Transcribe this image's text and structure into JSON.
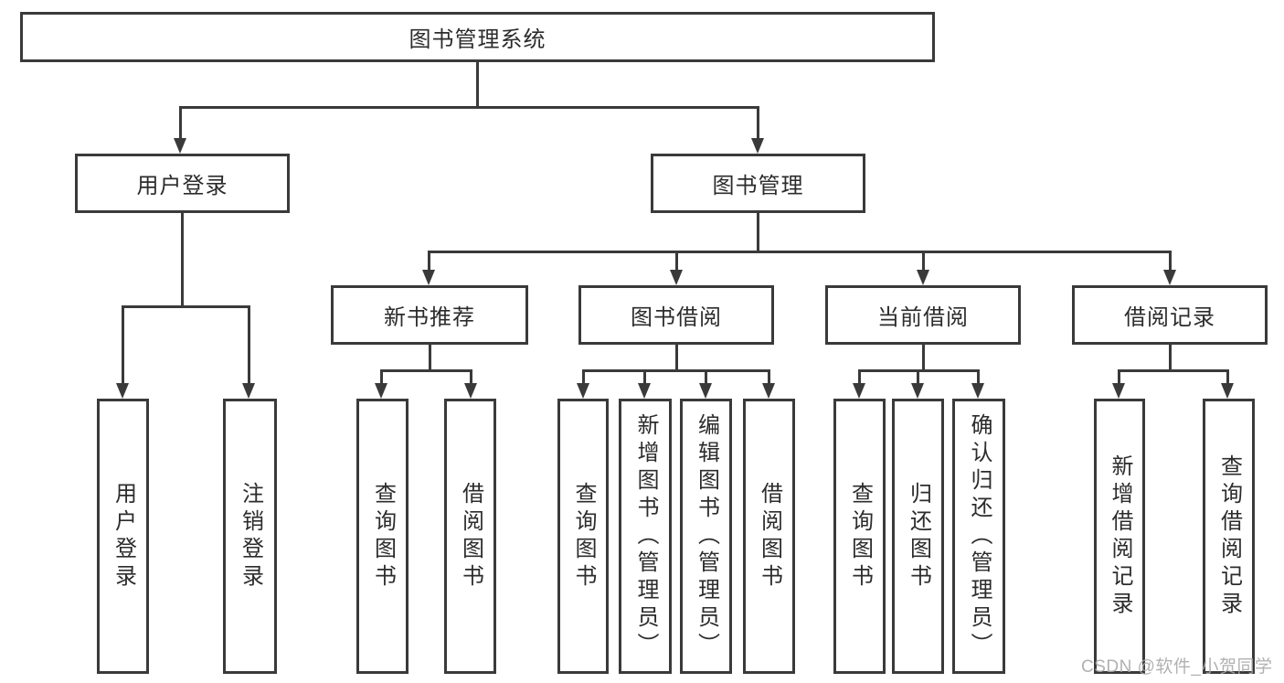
{
  "diagram": {
    "root": {
      "label": "图书管理系统"
    },
    "branches": [
      {
        "label": "用户登录",
        "leaves": [
          {
            "label": "用户登录"
          },
          {
            "label": "注销登录"
          }
        ]
      },
      {
        "label": "图书管理",
        "groups": [
          {
            "label": "新书推荐",
            "leaves": [
              {
                "label": "查询图书"
              },
              {
                "label": "借阅图书"
              }
            ]
          },
          {
            "label": "图书借阅",
            "leaves": [
              {
                "label": "查询图书"
              },
              {
                "label": "新增图书（管理员）"
              },
              {
                "label": "编辑图书（管理员）"
              },
              {
                "label": "借阅图书"
              }
            ]
          },
          {
            "label": "当前借阅",
            "leaves": [
              {
                "label": "查询图书"
              },
              {
                "label": "归还图书"
              },
              {
                "label": "确认归还（管理员）"
              }
            ]
          },
          {
            "label": "借阅记录",
            "leaves": [
              {
                "label": "新增借阅记录"
              },
              {
                "label": "查询借阅记录"
              }
            ]
          }
        ]
      }
    ]
  },
  "watermark": {
    "text": "CSDN @软件_小贺同学"
  },
  "colors": {
    "line": "#3a3a3a",
    "text": "#2c2c2c",
    "watermark": "#a8a8a8",
    "background": "#ffffff"
  }
}
